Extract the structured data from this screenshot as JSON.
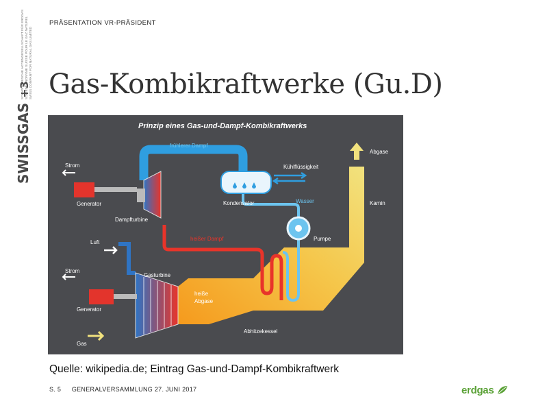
{
  "sidebar": {
    "brand": "SWISSGAS",
    "brand_suffix": "+3",
    "tagline_lines": [
      "SCHWEIZERISCHE AKTIENGESELLSCHAFT FÜR ERDGAS",
      "SOCIÉTÉ ANONYME SUISSE POUR LE GAZ NATUREL",
      "SWISS COMPANY FOR NATURAL GAS LIMITED"
    ]
  },
  "header": {
    "kicker": "PRÄSENTATION VR-PRÄSIDENT",
    "title": "Gas-Kombikraftwerke (Gu.D)"
  },
  "diagram": {
    "title": "Prinzip eines Gas-und-Dampf-Kombikraftwerks",
    "labels": {
      "steam": "frühlerer Dampf",
      "exhaust": "Abgase",
      "coolant": "Kühlflüssigkeit",
      "power_top": "Strom",
      "generator_top": "Generator",
      "condenser": "Kondensator",
      "water": "Wasser",
      "chimney": "Kamin",
      "steam_turbine": "Dampfturbine",
      "pump": "Pumpe",
      "air": "Luft",
      "hot_steam": "heißer Dampf",
      "power_bottom": "Strom",
      "gas_turbine": "Gasturbine",
      "hot_exhaust_1": "heiße",
      "hot_exhaust_2": "Abgase",
      "generator_bottom": "Generator",
      "waste_heat_boiler": "Abhitzekessel",
      "gas": "Gas"
    },
    "colors": {
      "background": "#4a4b4f",
      "cold_pipe": "#2f9ee0",
      "light_pipe": "#6cc4ef",
      "hot_pipe": "#e8342a",
      "exhaust": "#f0e07a",
      "exhaust_hot": "#f59a1d",
      "generator": "#e3342c"
    }
  },
  "caption": "Quelle: wikipedia.de; Eintrag Gas-und-Dampf-Kombikraftwerk",
  "footer": {
    "page": "S. 5",
    "event": "GENERALVERSAMMLUNG 27. JUNI 2017",
    "brand": "erdgas"
  }
}
